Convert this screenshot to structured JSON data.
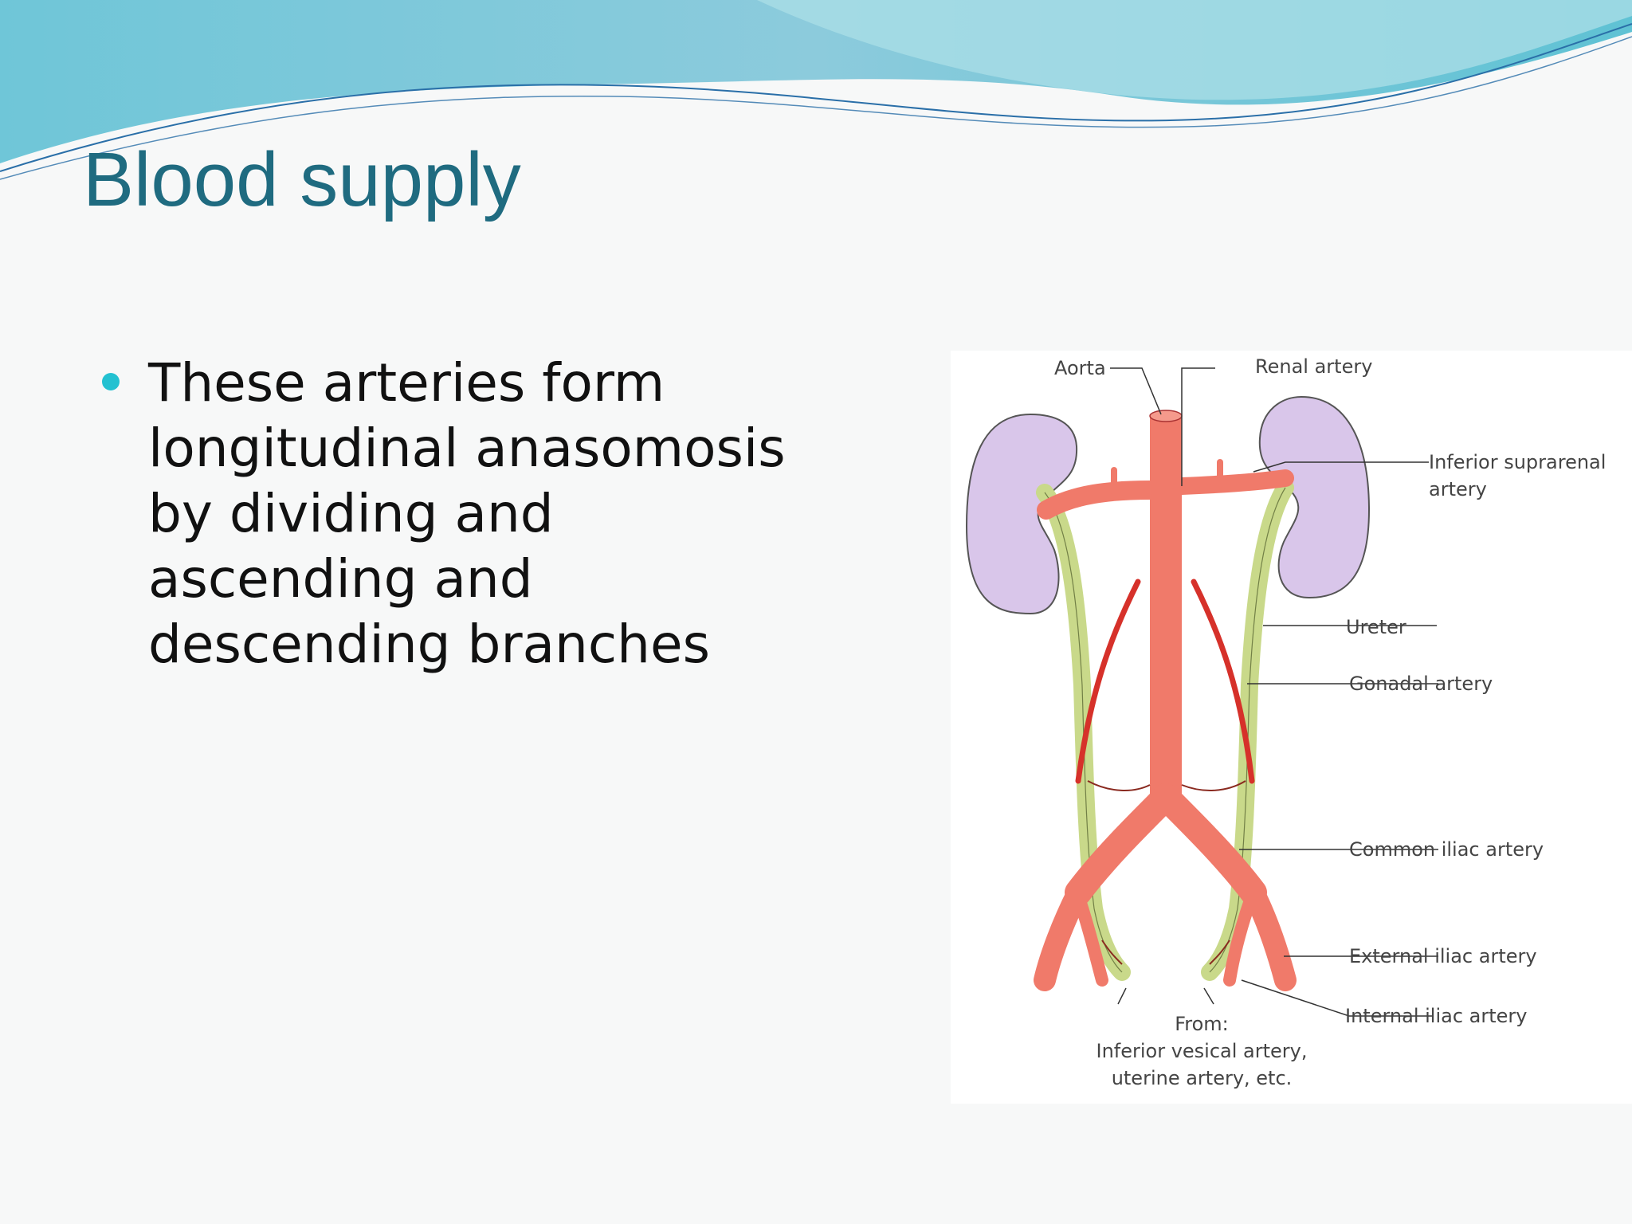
{
  "slide": {
    "title": "Blood supply",
    "bullets": [
      "These arteries form longitudinal anasomosis by dividing and ascending and descending branches"
    ]
  },
  "diagram": {
    "labels": {
      "aorta": "Aorta",
      "renal_artery": "Renal artery",
      "inferior_suprarenal_line1": "Inferior suprarenal",
      "inferior_suprarenal_line2": "artery",
      "ureter": "Ureter",
      "gonadal_artery": "Gonadal artery",
      "common_iliac_artery": "Common iliac artery",
      "external_iliac_artery": "External iliac artery",
      "internal_iliac_artery": "Internal iliac artery",
      "from_line1": "From:",
      "from_line2": "Inferior vesical artery,",
      "from_line3": "uterine artery, etc."
    }
  },
  "colors": {
    "title": "#1f6b80",
    "bullet": "#23c1d1",
    "artery": "#f07a6a",
    "gonadal": "#d6312a",
    "ureter": "#c9d98a",
    "kidney": "#d9c6ea"
  }
}
